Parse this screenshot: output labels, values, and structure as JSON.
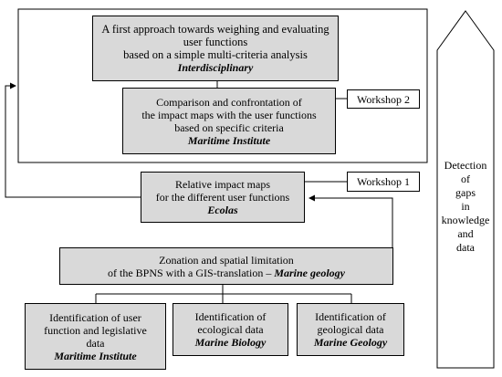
{
  "boxes": {
    "first_approach": {
      "lines": [
        "A first approach towards weighing and evaluating",
        "user functions",
        "based on a simple multi-criteria analysis"
      ],
      "org": "Interdisciplinary"
    },
    "comparison": {
      "lines": [
        "Comparison and confrontation of",
        "the impact maps with the user functions",
        "based on specific criteria"
      ],
      "org": "Maritime Institute"
    },
    "workshop2": {
      "label": "Workshop 2"
    },
    "relative_impact": {
      "lines": [
        "Relative impact maps",
        "for the different user functions"
      ],
      "org": "Ecolas"
    },
    "workshop1": {
      "label": "Workshop 1"
    },
    "zonation": {
      "line1": "Zonation and spatial limitation",
      "line2": "of the BPNS with a GIS-translation – ",
      "org": "Marine geology"
    },
    "user_function": {
      "lines": [
        "Identification of user",
        "function and legislative",
        "data"
      ],
      "org": "Maritime Institute"
    },
    "ecological": {
      "lines": [
        "Identification of",
        "ecological data"
      ],
      "org": "Marine Biology"
    },
    "geological": {
      "lines": [
        "Identification of",
        "geological data"
      ],
      "org": "Marine Geology"
    }
  },
  "side_arrow": {
    "lines": [
      "Detection",
      "of",
      "gaps",
      "in",
      "knowledge",
      "and",
      "data"
    ]
  }
}
